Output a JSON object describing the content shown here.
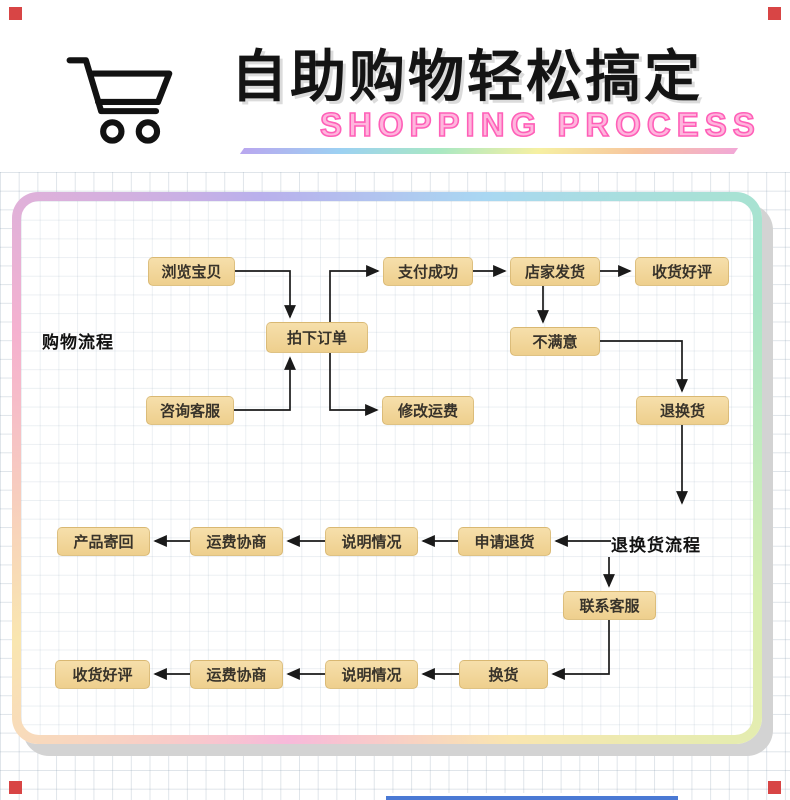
{
  "header": {
    "title": "自助购物轻松搞定",
    "subtitle": "SHOPPING PROCESS"
  },
  "icons": {
    "cart_icon": "🛒"
  },
  "flowchart": {
    "labels": {
      "shopping": "购物流程",
      "returns": "退换货流程"
    },
    "nodes": {
      "browse": "浏览宝贝",
      "consult": "咨询客服",
      "place_order": "拍下订单",
      "pay_success": "支付成功",
      "modify_shipping": "修改运费",
      "store_ship": "店家发货",
      "receive_review_1": "收货好评",
      "unsatisfied": "不满意",
      "return_exchange": "退换货",
      "apply_return": "申请退货",
      "explain_1": "说明情况",
      "negotiate_1": "运费协商",
      "send_back": "产品寄回",
      "contact_service": "联系客服",
      "exchange": "换货",
      "explain_2": "说明情况",
      "negotiate_2": "运费协商",
      "receive_review_2": "收货好评"
    },
    "edges": [
      [
        "browse",
        "place_order"
      ],
      [
        "consult",
        "place_order"
      ],
      [
        "place_order",
        "pay_success"
      ],
      [
        "place_order",
        "modify_shipping"
      ],
      [
        "pay_success",
        "store_ship"
      ],
      [
        "store_ship",
        "receive_review_1"
      ],
      [
        "store_ship",
        "unsatisfied"
      ],
      [
        "unsatisfied",
        "return_exchange"
      ],
      [
        "return_exchange",
        "returns_label"
      ],
      [
        "returns_label",
        "apply_return"
      ],
      [
        "apply_return",
        "explain_1"
      ],
      [
        "explain_1",
        "negotiate_1"
      ],
      [
        "negotiate_1",
        "send_back"
      ],
      [
        "returns_label",
        "contact_service"
      ],
      [
        "contact_service",
        "exchange"
      ],
      [
        "exchange",
        "explain_2"
      ],
      [
        "explain_2",
        "negotiate_2"
      ],
      [
        "negotiate_2",
        "receive_review_2"
      ]
    ]
  },
  "colors": {
    "node_fill": "#f2d69b",
    "node_text": "#38332a",
    "arrow": "#1a1a1a",
    "corner_red": "#d84545",
    "subtitle_pink": "#ff5fb8"
  }
}
